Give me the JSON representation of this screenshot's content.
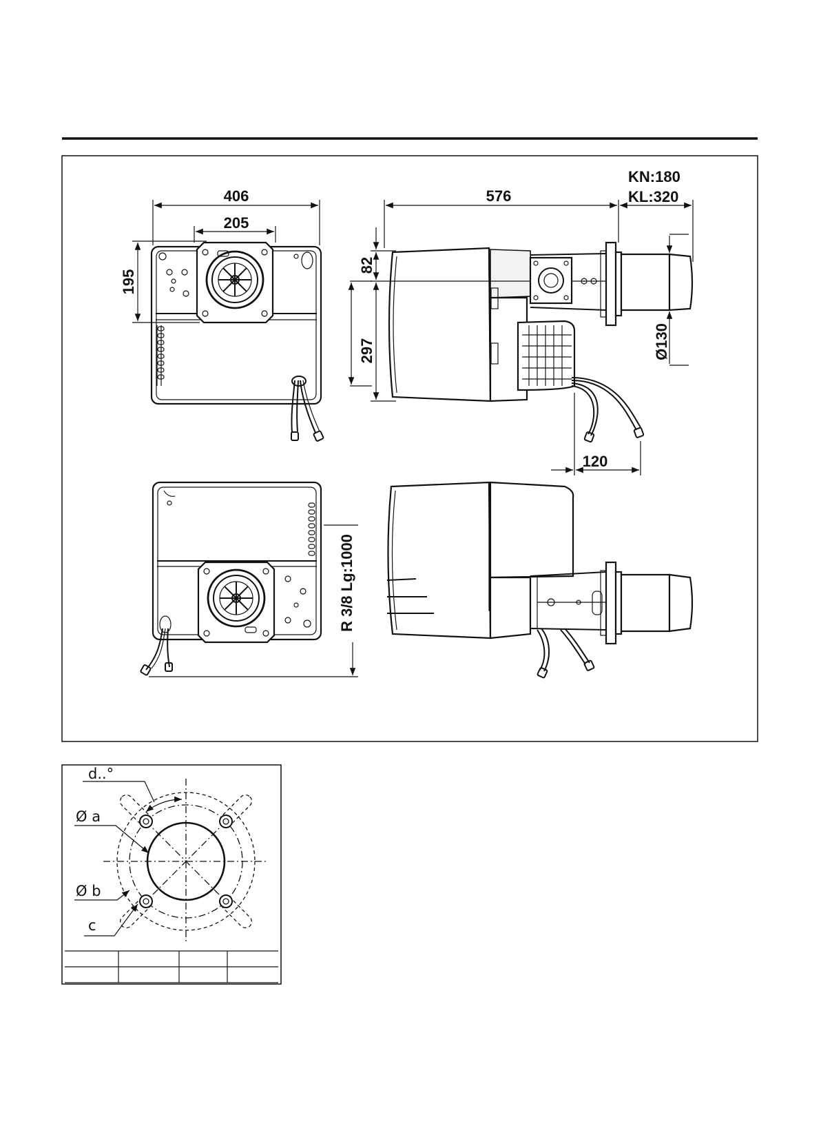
{
  "dimensions": {
    "front_width": "406",
    "flange_width": "205",
    "front_height": "195",
    "side_length": "576",
    "tube_kn": "KN:180",
    "tube_kl": "KL:320",
    "top_offset": "82",
    "body_height": "297",
    "tube_diameter": "Ø130",
    "hose_offset": "120",
    "hose_spec": "R 3/8 Lg:1000"
  },
  "flange_detail": {
    "angle_label": "d..°",
    "diameter_a_label": "Ø a",
    "diameter_b_label": "Ø b",
    "hole_label": "c",
    "table_columns": 4,
    "table_rows": 2
  }
}
